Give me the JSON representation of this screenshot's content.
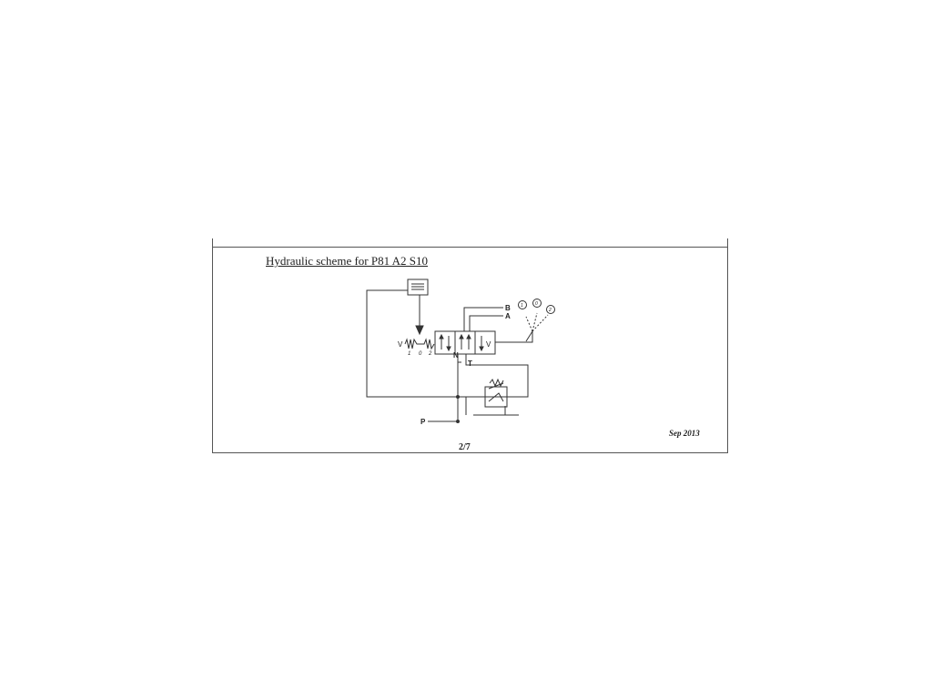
{
  "document": {
    "title": "Hydraulic scheme for P81 A2 S10",
    "date": "Sep 2013",
    "page": "2/7"
  },
  "schematic": {
    "ports": {
      "b": "B",
      "a": "A",
      "n": "N",
      "t": "T",
      "p": "P"
    },
    "positions": [
      "1",
      "0",
      "2"
    ],
    "lever_markers": [
      "1",
      "0",
      "2"
    ],
    "spool_symbols": [
      "V",
      "V"
    ]
  }
}
